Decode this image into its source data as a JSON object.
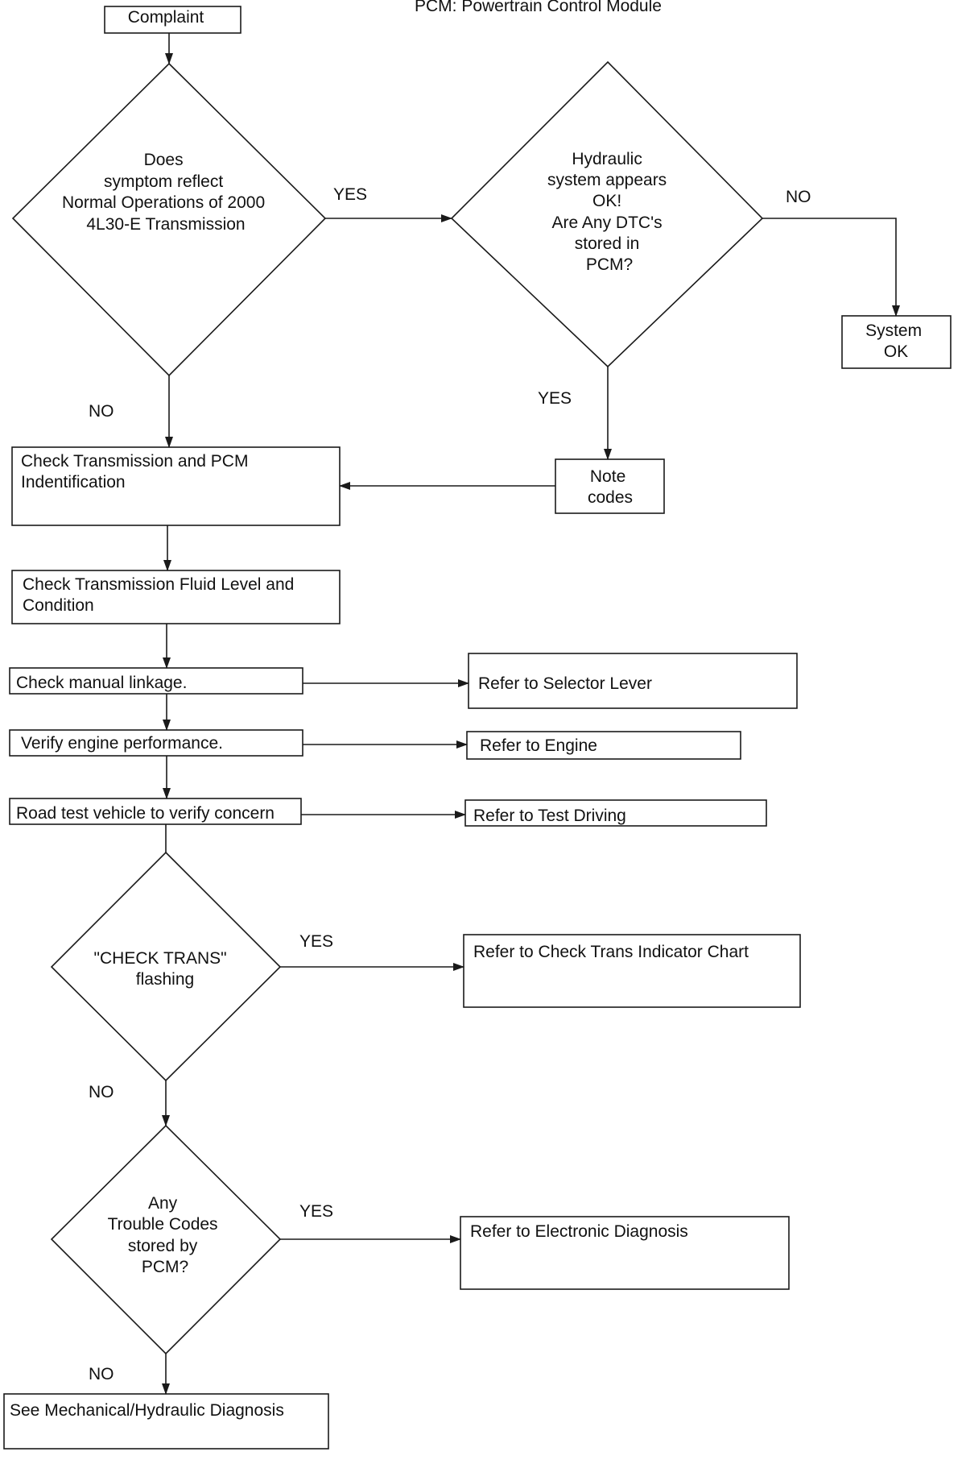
{
  "legend_note": "PCM:  Powertrain Control Module",
  "nodes": {
    "complaint": "Complaint",
    "q_normal_ops": [
      "Does",
      "symptom reflect",
      "Normal Operations of 2000",
      "4L30-E Transmission"
    ],
    "q_hydraulic": [
      "Hydraulic",
      "system appears",
      "OK!",
      "Are Any DTC's",
      "stored in",
      "PCM?"
    ],
    "system_ok": [
      "System",
      "OK"
    ],
    "note_codes": [
      "Note",
      "codes"
    ],
    "check_ident": [
      "Check Transmission and PCM",
      "Indentification"
    ],
    "check_fluid": [
      "Check Transmission Fluid Level and",
      "Condition"
    ],
    "check_linkage": "Check manual linkage.",
    "verify_engine": "Verify engine performance.",
    "road_test": "Road test vehicle to verify concern",
    "q_check_trans": [
      "\"CHECK TRANS\"",
      "flashing"
    ],
    "q_trouble_codes": [
      "Any",
      "Trouble Codes",
      "stored by",
      "PCM?"
    ],
    "see_mechanical": "See Mechanical/Hydraulic Diagnosis",
    "refer_selector": "Refer to Selector Lever",
    "refer_engine": "Refer to Engine",
    "refer_test_driving": "Refer to Test Driving",
    "refer_check_trans_chart": "Refer to Check Trans Indicator Chart",
    "refer_electronic": "Refer to Electronic Diagnosis"
  },
  "edge_labels": {
    "yes": "YES",
    "no": "NO"
  }
}
